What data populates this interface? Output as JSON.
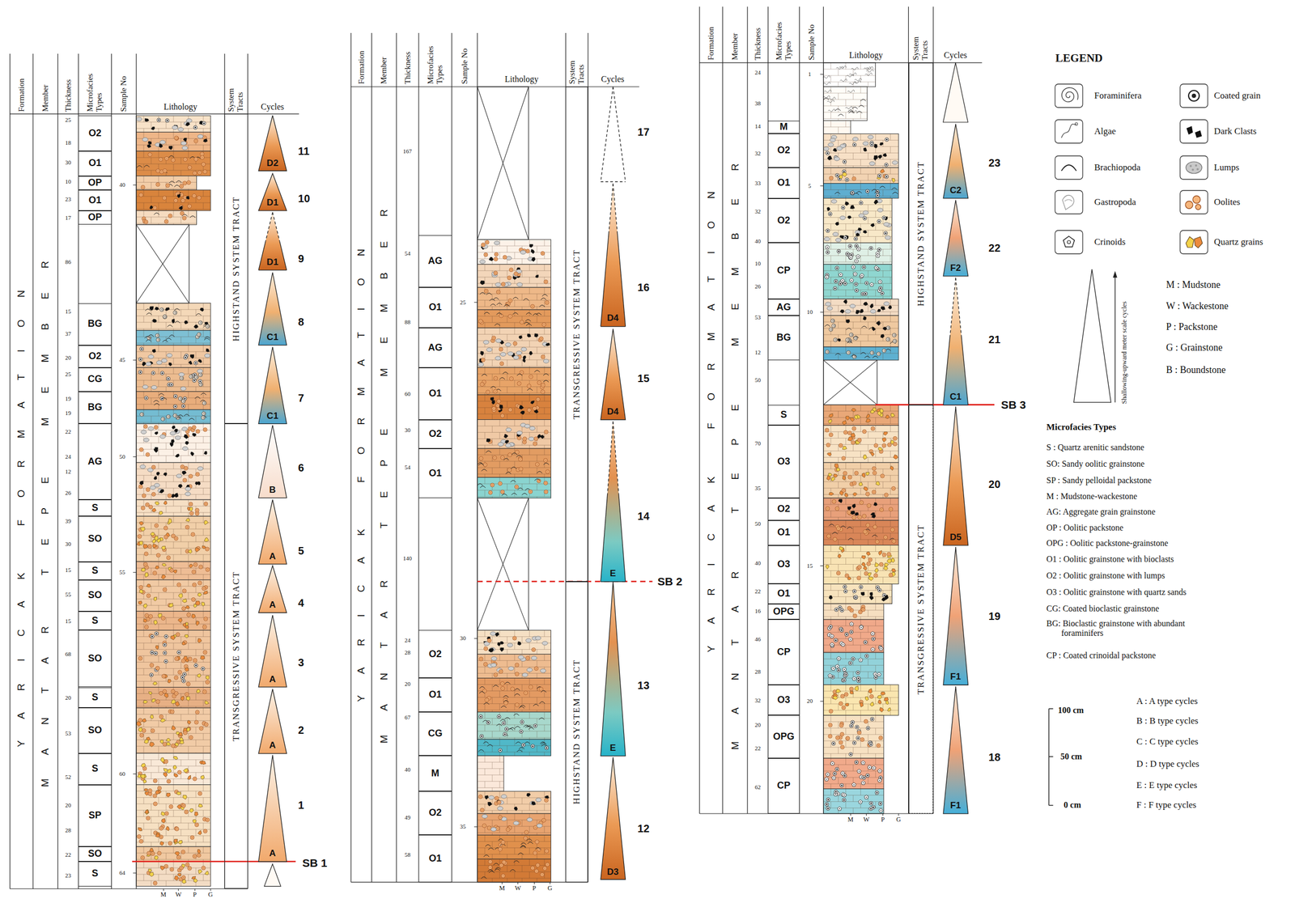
{
  "diagram": {
    "nodes": [
      {
        "text": [
          "O2"
        ]
      },
      {
        "text": [
          "O1"
        ]
      },
      {
        "text": [
          "OP"
        ]
      },
      {
        "text": [
          "O1"
        ]
      },
      {
        "text": [
          "OP"
        ]
      },
      {
        "text": [
          "BG"
        ]
      },
      {
        "text": [
          "O2"
        ]
      },
      {
        "text": [
          "CG"
        ]
      },
      {
        "text": [
          "BG"
        ]
      },
      {
        "text": [
          "AG"
        ]
      },
      {
        "text": [
          "S"
        ]
      },
      {
        "text": [
          "SO"
        ]
      },
      {
        "text": [
          "S"
        ]
      },
      {
        "text": [
          "SO"
        ]
      },
      {
        "text": [
          "S"
        ]
      },
      {
        "text": [
          "SO"
        ]
      },
      {
        "text": [
          "S"
        ]
      },
      {
        "text": [
          "SO"
        ]
      },
      {
        "text": [
          "S"
        ]
      },
      {
        "text": [
          "SP"
        ]
      },
      {
        "text": [
          "SO"
        ]
      },
      {
        "text": [
          "S"
        ]
      },
      {
        "text": [
          "HIGHSTAND SYSTEM TRACT"
        ]
      },
      {
        "text": [
          "TRANSGRESSIVE SYSTEM TRACT"
        ]
      },
      {
        "text": [
          "D2",
          "11"
        ]
      },
      {
        "text": [
          "D1",
          "10"
        ]
      },
      {
        "text": [
          "D1",
          "9"
        ]
      },
      {
        "text": [
          "C1",
          "8"
        ]
      },
      {
        "text": [
          "C1",
          "7"
        ]
      },
      {
        "text": [
          "B",
          "6"
        ]
      },
      {
        "text": [
          "A",
          "5"
        ]
      },
      {
        "text": [
          "A",
          "4"
        ]
      },
      {
        "text": [
          "A",
          "3"
        ]
      },
      {
        "text": [
          "A",
          "2"
        ]
      },
      {
        "text": [
          "A",
          "1"
        ]
      },
      {
        "text": [
          "AG"
        ]
      },
      {
        "text": [
          "O1"
        ]
      },
      {
        "text": [
          "AG"
        ]
      },
      {
        "text": [
          "O1"
        ]
      },
      {
        "text": [
          "O2"
        ]
      },
      {
        "text": [
          "O1"
        ]
      },
      {
        "text": [
          "O2"
        ]
      },
      {
        "text": [
          "O1"
        ]
      },
      {
        "text": [
          "CG"
        ]
      },
      {
        "text": [
          "M"
        ]
      },
      {
        "text": [
          "O2"
        ]
      },
      {
        "text": [
          "O1"
        ]
      },
      {
        "text": [
          "TRANSGRESSIVE SYSTEM TRACT"
        ]
      },
      {
        "text": [
          "HIGHSTAND SYSTEM TRACT"
        ]
      },
      {
        "text": [
          "17"
        ]
      },
      {
        "text": [
          "D4",
          "16"
        ]
      },
      {
        "text": [
          "D4",
          "15"
        ]
      },
      {
        "text": [
          "E",
          "14"
        ]
      },
      {
        "text": [
          "E",
          "13"
        ]
      },
      {
        "text": [
          "D3",
          "12"
        ]
      },
      {
        "text": [
          "M"
        ]
      },
      {
        "text": [
          "O2"
        ]
      },
      {
        "text": [
          "O1"
        ]
      },
      {
        "text": [
          "O2"
        ]
      },
      {
        "text": [
          "CP"
        ]
      },
      {
        "text": [
          "AG"
        ]
      },
      {
        "text": [
          "BG"
        ]
      },
      {
        "text": [
          "S"
        ]
      },
      {
        "text": [
          "O3"
        ]
      },
      {
        "text": [
          "O2"
        ]
      },
      {
        "text": [
          "O1"
        ]
      },
      {
        "text": [
          "O3"
        ]
      },
      {
        "text": [
          "O1"
        ]
      },
      {
        "text": [
          "OPG"
        ]
      },
      {
        "text": [
          "CP"
        ]
      },
      {
        "text": [
          "O3"
        ]
      },
      {
        "text": [
          "OPG"
        ]
      },
      {
        "text": [
          "CP"
        ]
      },
      {
        "text": [
          "HIGHSTAND SYSTEM TRACT"
        ]
      },
      {
        "text": [
          "TRANSGRESSIVE SYSTEM TRACT"
        ]
      },
      {
        "text": [
          "C2",
          "23"
        ]
      },
      {
        "text": [
          "F2",
          "22"
        ]
      },
      {
        "text": [
          "C1",
          "21"
        ]
      },
      {
        "text": [
          "D5",
          "20"
        ]
      },
      {
        "text": [
          "F1",
          "19"
        ]
      },
      {
        "text": [
          "F1",
          "18"
        ]
      }
    ],
    "labels": [
      "Formation",
      "Member",
      "Thickness",
      "Microfacies Types",
      "Sample No",
      "Lithology",
      "System Tracts",
      "Cycles",
      "Y A R I C A K   F O R M A T I O N",
      "M A N T A R   T E P E   M E M B E R",
      "25",
      "18",
      "30",
      "10",
      "23",
      "17",
      "86",
      "15",
      "37",
      "20",
      "25",
      "19",
      "19",
      "22",
      "24",
      "12",
      "26",
      "39",
      "30",
      "15",
      "55",
      "15",
      "68",
      "20",
      "53",
      "52",
      "20",
      "28",
      "22",
      "23",
      "40",
      "45",
      "50",
      "55",
      "60",
      "64",
      "M",
      "W",
      "P",
      "G",
      "SB 1",
      "Formation",
      "Member",
      "Thickness",
      "Microfacies Types",
      "Sample No",
      "Lithology",
      "System Tracts",
      "Cycles",
      "Y A R I C A K   F O R M A T I O N",
      "M A N T A R   T E P E   M E M B E R",
      "167",
      "54",
      "88",
      "60",
      "30",
      "54",
      "140",
      "24",
      "28",
      "20",
      "67",
      "40",
      "49",
      "58",
      "25",
      "30",
      "35",
      "M",
      "W",
      "P",
      "G",
      "SB 2",
      "Formation",
      "Member",
      "Thickness",
      "Microfacies Types",
      "Sample No",
      "Lithology",
      "System Tracts",
      "Cycles",
      "Y A R I C A K   F O R M A T I O N",
      "M A N T A R   T E P E   M E M B E R",
      "24",
      "38",
      "14",
      "32",
      "33",
      "32",
      "40",
      "10",
      "26",
      "53",
      "12",
      "50",
      "70",
      "35",
      "50",
      "40",
      "22",
      "16",
      "46",
      "28",
      "32",
      "20",
      "22",
      "62",
      "1",
      "5",
      "10",
      "15",
      "20",
      "M",
      "W",
      "P",
      "G",
      "SB 3",
      "LEGEND",
      "M : Mudstone",
      "W : Wackestone",
      "P : Packstone",
      "G : Grainstone",
      "B : Boundstone",
      "Microfacies Types",
      "S : Quartz arenitic sandstone",
      "SO: Sandy oolitic grainstone",
      "SP : Sandy pelloidal packstone",
      "M : Mudstone-wackestone",
      "AG: Aggregate grain grainstone",
      "OP : Oolitic packstone",
      "OPG : Oolitic packstone-grainstone",
      "O1 : Oolitic grainstone with bioclasts",
      "O2 : Oolitic grainstone with lumps",
      "O3 : Oolitic grainstone with quartz sands",
      "CG: Coated bioclastic grainstone",
      "BG: Bioclastic grainstone with abundant foraminifers",
      "CP : Coated crinoidal packstone",
      "100 cm",
      "50 cm",
      "0 cm",
      "A : A type cycles",
      "B : B type cycles",
      "C : C type cycles",
      "D : D type cycles",
      "E : E type cycles",
      "F : F type cycles"
    ],
    "legend": [
      {
        "text": "Foraminifera"
      },
      {
        "text": "Coated grain"
      },
      {
        "text": "Algae"
      },
      {
        "text": "Dark Clasts"
      },
      {
        "text": "Brachiopoda"
      },
      {
        "text": "Lumps"
      },
      {
        "text": "Gastropoda"
      },
      {
        "text": "Oolites"
      },
      {
        "text": "Crinoids"
      },
      {
        "text": "Quartz grains"
      },
      {
        "text": "Shallowing-upward meter scale cycles"
      }
    ]
  }
}
